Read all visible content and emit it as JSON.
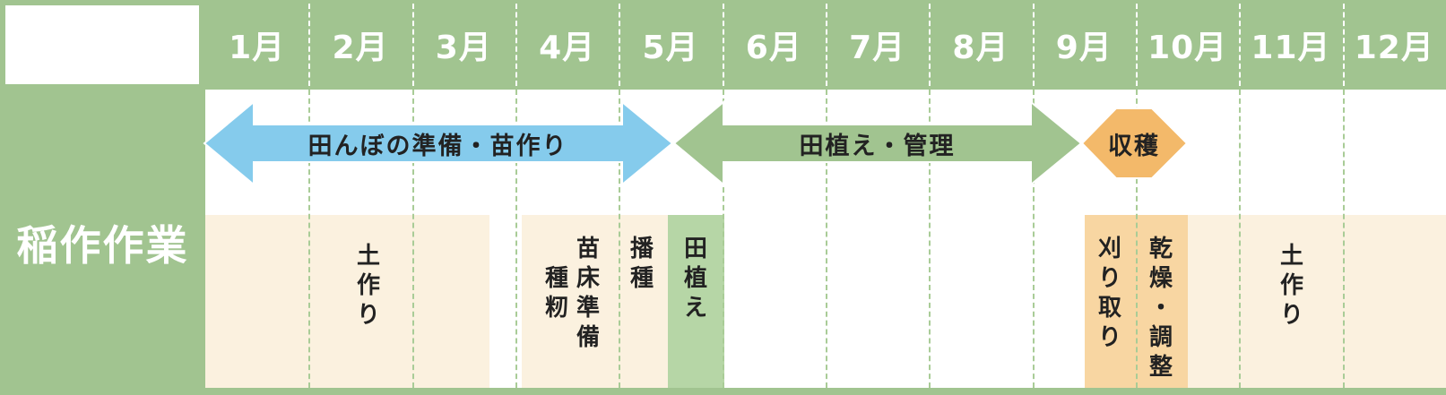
{
  "corner_label": "",
  "side_label": "稲作作業",
  "months": [
    "1月",
    "2月",
    "3月",
    "4月",
    "5月",
    "6月",
    "7月",
    "8月",
    "9月",
    "10月",
    "11月",
    "12月"
  ],
  "arrows": [
    {
      "label": "田んぼの準備・苗作り",
      "color": "#85cbec"
    },
    {
      "label": "田植え・管理",
      "color": "#a1c490"
    },
    {
      "label": "収穫",
      "color": "#f3b96a"
    }
  ],
  "tasks": [
    {
      "chars": [
        "土",
        "作",
        "り"
      ]
    },
    {
      "chars": [
        "苗",
        "床",
        "準",
        "備"
      ]
    },
    {
      "chars": [
        "種",
        "籾"
      ]
    },
    {
      "chars": [
        "播",
        "種"
      ]
    },
    {
      "chars": [
        "田",
        "植",
        "え"
      ]
    },
    {
      "chars": [
        "刈",
        "り",
        "取",
        "り"
      ]
    },
    {
      "chars": [
        "乾",
        "燥",
        "・",
        "調",
        "整"
      ]
    },
    {
      "chars": [
        "土",
        "作",
        "り"
      ]
    }
  ],
  "colors": {
    "header": "#a1c490",
    "cream": "#fbf1df",
    "planting": "#b6d6a6",
    "harvest": "#f8d6a2",
    "blue_arrow": "#85cbec",
    "green_arrow": "#a1c490",
    "orange_arrow": "#f3b96a"
  }
}
